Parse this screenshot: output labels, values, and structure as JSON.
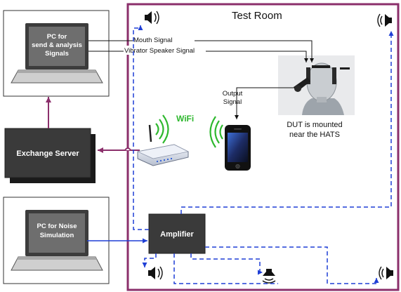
{
  "room": {
    "title": "Test Room"
  },
  "pc_send": {
    "label_lines": [
      "PC for",
      "send & analysis",
      "Signals"
    ]
  },
  "pc_noise": {
    "label_lines": [
      "PC for Noise",
      "Simulation"
    ]
  },
  "exchange_server": {
    "label": "Exchange Server"
  },
  "amplifier": {
    "label": "Amplifier"
  },
  "wifi": {
    "label": "WiFi"
  },
  "signals": {
    "mouth": "Mouth Signal",
    "vibrator": "Vibrator Speaker Signal",
    "output_lines": [
      "Output",
      "Signal"
    ]
  },
  "dut": {
    "label_lines": [
      "DUT is mounted",
      "near the HATS"
    ]
  },
  "colors": {
    "room_border": "#8b2f6b",
    "arrow_purple": "#8b2f6b",
    "arrow_blue": "#1f3fd6",
    "dashed_blue": "#1f3fd6",
    "box_dark": "#3a3a3a",
    "wifi_green": "#2eb82e"
  },
  "icons": [
    "speaker-icon",
    "laptop-icon",
    "router-icon",
    "smartphone-icon",
    "hats-icon"
  ]
}
